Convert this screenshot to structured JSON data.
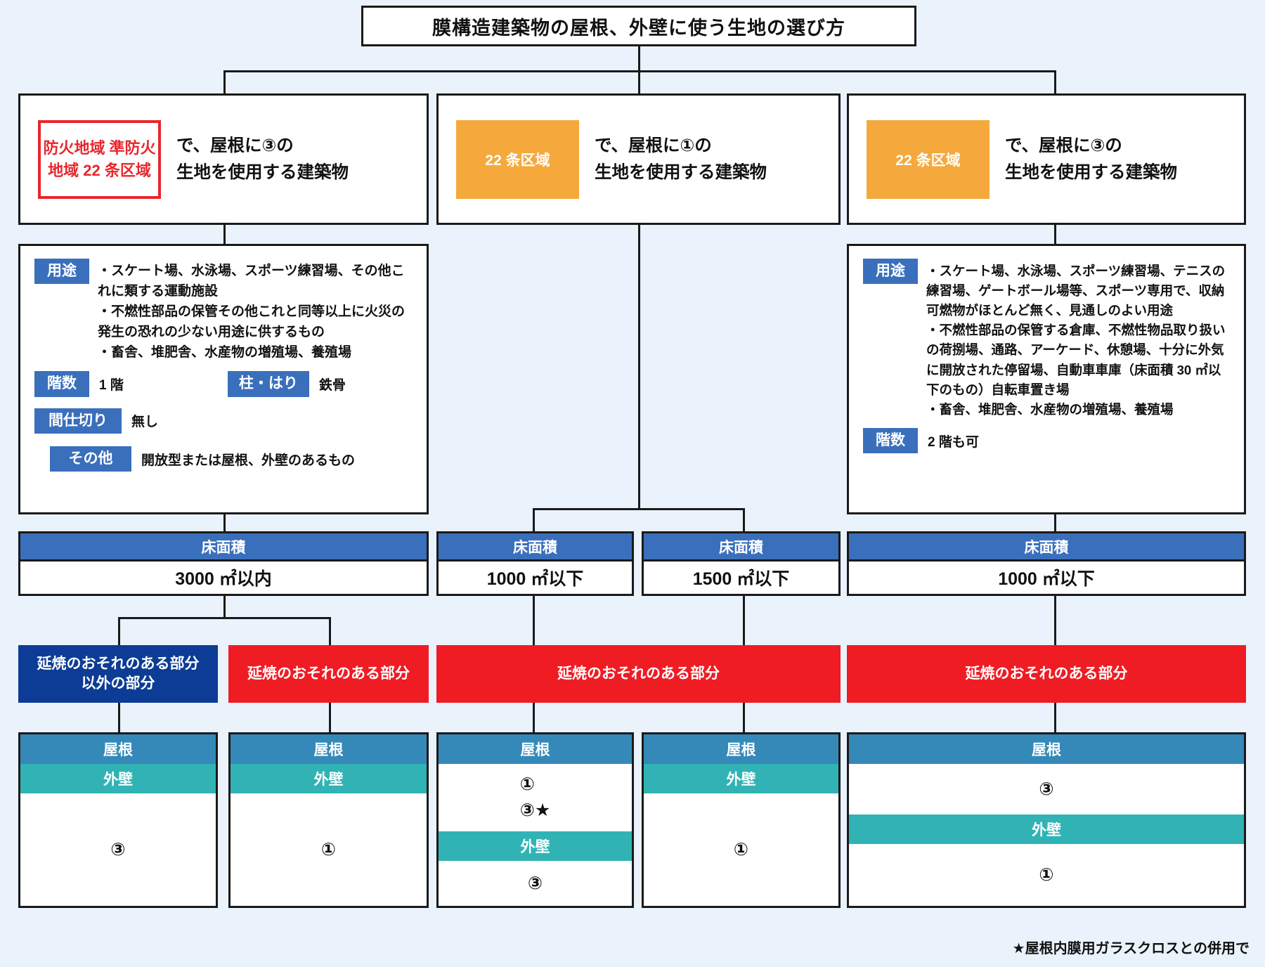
{
  "title": "膜構造建築物の屋根、外壁に使う生地の選び方",
  "columns": [
    {
      "id": "col1",
      "zone_tag": "防火地域\n準防火地域\n22 条区域",
      "zone_tag_style": "red-outline",
      "condition": "で、屋根に③の\n生地を使用する建築物",
      "details": {
        "use_label": "用途",
        "use_text": "・スケート場、水泳場、スポーツ練習場、その他これに類する運動施設\n・不燃性部品の保管その他これと同等以上に火災の発生の恐れの少ない用途に供するもの\n・畜舎、堆肥舎、水産物の増殖場、養殖場",
        "floors_label": "階数",
        "floors_value": "1 階",
        "columns_label": "柱・はり",
        "columns_value": "鉄骨",
        "partition_label": "間仕切り",
        "partition_value": "無し",
        "other_label": "その他",
        "other_value": "開放型または屋根、外壁のあるもの"
      },
      "area": {
        "label": "床面積",
        "value": "3000 ㎡以内"
      }
    },
    {
      "id": "col2",
      "zone_tag": "22 条区域",
      "zone_tag_style": "orange",
      "condition": "で、屋根に①の\n生地を使用する建築物",
      "details": null,
      "areas": [
        {
          "label": "床面積",
          "value": "1000 ㎡以下"
        },
        {
          "label": "床面積",
          "value": "1500 ㎡以下"
        }
      ]
    },
    {
      "id": "col3",
      "zone_tag": "22 条区域",
      "zone_tag_style": "orange",
      "condition": "で、屋根に③の\n生地を使用する建築物",
      "details": {
        "use_label": "用途",
        "use_text": "・スケート場、水泳場、スポーツ練習場、テニスの練習場、ゲートボール場等、スポーツ専用で、収納可燃物がほとんど無く、見通しのよい用途\n・不燃性部品の保管する倉庫、不燃性物品取り扱いの荷捌場、通路、アーケード、休憩場、十分に外気に開放された停留場、自動車車庫（床面積 30 ㎡以下のもの）自転車置き場\n・畜舎、堆肥舎、水産物の増殖場、養殖場",
        "floors_label": "階数",
        "floors_value": "2 階も可"
      },
      "area": {
        "label": "床面積",
        "value": "1000 ㎡以下"
      }
    }
  ],
  "banners": {
    "non_spread": "延焼のおそれのある部分\n以外の部分",
    "spread": "延焼のおそれのある部分"
  },
  "labels": {
    "roof": "屋根",
    "wall": "外壁"
  },
  "results": [
    {
      "id": "r1",
      "roof": "屋根",
      "wall": "外壁",
      "value": "③"
    },
    {
      "id": "r2",
      "roof": "屋根",
      "wall": "外壁",
      "value": "①"
    },
    {
      "id": "r3",
      "roof": "屋根",
      "roof_value": "①\n③★",
      "wall": "外壁",
      "wall_value": "③"
    },
    {
      "id": "r4",
      "roof": "屋根",
      "wall": "外壁",
      "value": "①"
    },
    {
      "id": "r5",
      "roof": "屋根",
      "roof_value": "③",
      "wall": "外壁",
      "wall_value": "①"
    }
  ],
  "footnote": "★屋根内膜用ガラスクロスとの併用で",
  "colors": {
    "page_bg": "#eaf2fc",
    "chip_blue": "#3a6fbc",
    "orange": "#f5a93c",
    "red_outline": "#e8262d",
    "navy_banner": "#0c3c95",
    "red_banner": "#ef1c24",
    "roof_blue": "#3489b9",
    "wall_teal": "#31b3b5",
    "line": "#1a1a1a"
  }
}
